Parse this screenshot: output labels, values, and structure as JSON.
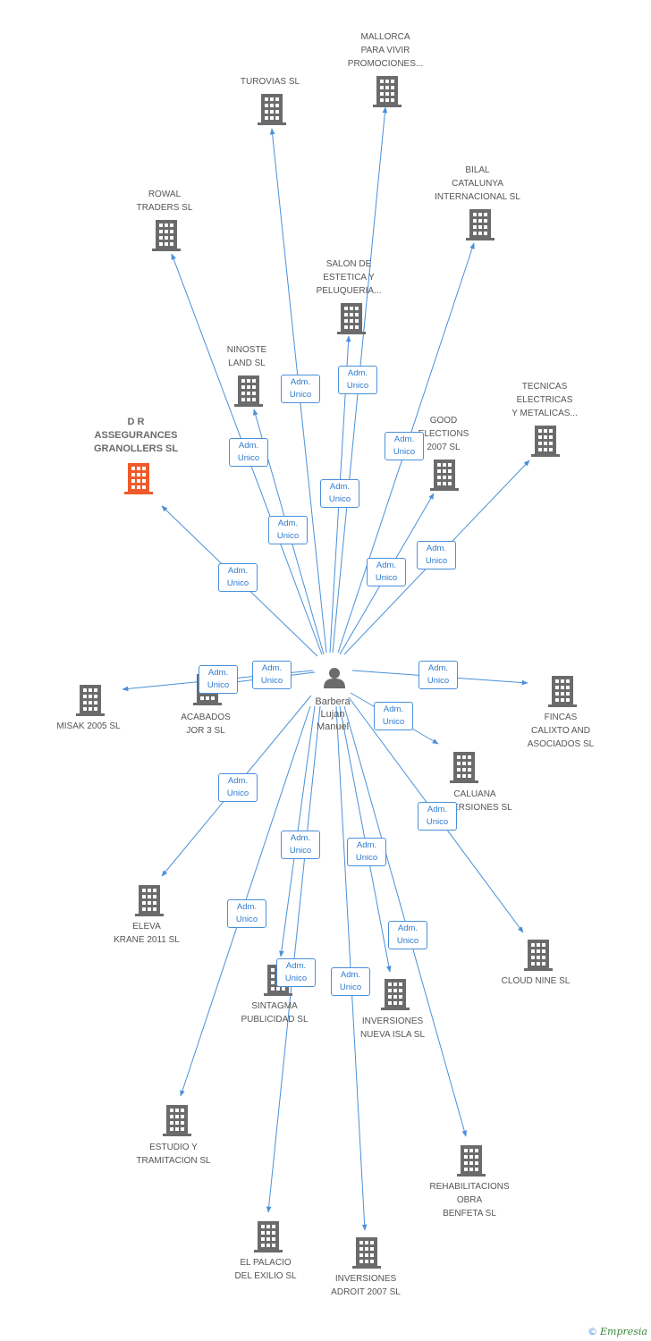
{
  "center": {
    "name_lines": [
      "Barbera",
      "Lujan",
      "Manuel"
    ],
    "icon": "person-icon"
  },
  "colors": {
    "edge": "#4a90d9",
    "building": "#6b6b6b",
    "highlight_building": "#f05a2a",
    "text": "#555555"
  },
  "relation_label": [
    "Adm.",
    "Unico"
  ],
  "nodes": [
    {
      "id": "mallorca",
      "lines": [
        "MALLORCA",
        "PARA VIVIR",
        "PROMOCIONES..."
      ],
      "highlight": false
    },
    {
      "id": "turovias",
      "lines": [
        "TUROVIAS SL"
      ],
      "highlight": false
    },
    {
      "id": "bilal",
      "lines": [
        "BILAL",
        "CATALUNYA",
        "INTERNACIONAL SL"
      ],
      "highlight": false
    },
    {
      "id": "rowal",
      "lines": [
        "ROWAL",
        "TRADERS SL"
      ],
      "highlight": false
    },
    {
      "id": "salon",
      "lines": [
        "SALON DE",
        "ESTETICA Y",
        "PELUQUERIA..."
      ],
      "highlight": false
    },
    {
      "id": "ninoste",
      "lines": [
        "NINOSTE",
        "LAND SL"
      ],
      "highlight": false
    },
    {
      "id": "tecnicas",
      "lines": [
        "TECNICAS",
        "ELECTRICAS",
        "Y METALICAS..."
      ],
      "highlight": false
    },
    {
      "id": "dr",
      "lines": [
        "D R",
        "ASSEGURANCES",
        "GRANOLLERS SL"
      ],
      "highlight": true
    },
    {
      "id": "good",
      "lines": [
        "GOOD",
        "ELECTIONS",
        "2007 SL"
      ],
      "highlight": false
    },
    {
      "id": "misak",
      "lines": [
        "MISAK 2005 SL"
      ],
      "highlight": false
    },
    {
      "id": "acabados",
      "lines": [
        "ACABADOS",
        "JOR 3 SL"
      ],
      "highlight": false
    },
    {
      "id": "fincas",
      "lines": [
        "FINCAS",
        "CALIXTO AND",
        "ASOCIADOS SL"
      ],
      "highlight": false
    },
    {
      "id": "caluana",
      "lines": [
        "CALUANA",
        "INVERSIONES SL"
      ],
      "highlight": false
    },
    {
      "id": "eleva",
      "lines": [
        "ELEVA",
        "KRANE 2011 SL"
      ],
      "highlight": false
    },
    {
      "id": "cloud",
      "lines": [
        "CLOUD NINE SL"
      ],
      "highlight": false
    },
    {
      "id": "sintagma",
      "lines": [
        "SINTAGMA",
        "PUBLICIDAD SL"
      ],
      "highlight": false
    },
    {
      "id": "isla",
      "lines": [
        "INVERSIONES",
        "NUEVA ISLA SL"
      ],
      "highlight": false
    },
    {
      "id": "estudio",
      "lines": [
        "ESTUDIO Y",
        "TRAMITACION SL"
      ],
      "highlight": false
    },
    {
      "id": "rehab",
      "lines": [
        "REHABILITACIONS",
        "OBRA",
        "BENFETA SL"
      ],
      "highlight": false
    },
    {
      "id": "palacio",
      "lines": [
        "EL PALACIO",
        "DEL EXILIO SL"
      ],
      "highlight": false
    },
    {
      "id": "adroit",
      "lines": [
        "INVERSIONES",
        "ADROIT 2007 SL"
      ],
      "highlight": false
    }
  ],
  "footer": {
    "copyright": "©",
    "brand": "Empresia"
  }
}
